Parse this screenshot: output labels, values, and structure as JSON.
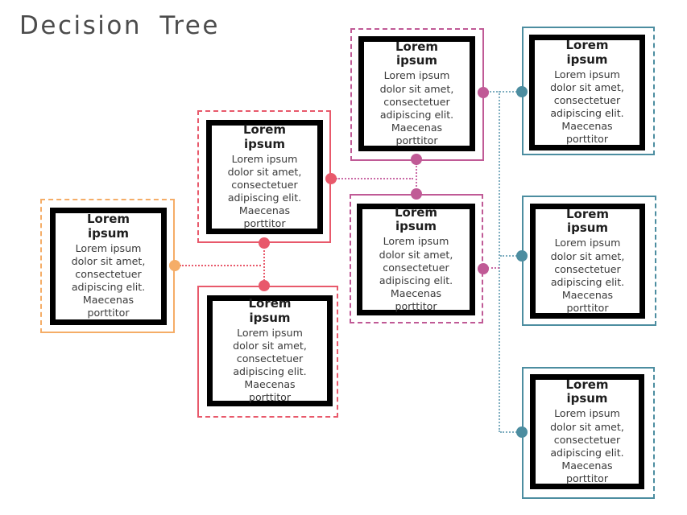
{
  "title": "Decision Tree",
  "nodes": [
    {
      "id": "root",
      "level": 1,
      "color": "#F5AD67",
      "title": "Lorem ipsum",
      "body": "Lorem ipsum dolor sit amet, consectetuer adipiscing elit. Maecenas porttitor"
    },
    {
      "id": "branch-top",
      "level": 2,
      "color": "#E8596B",
      "title": "Lorem ipsum",
      "body": "Lorem ipsum dolor sit amet, consectetuer adipiscing elit. Maecenas porttitor"
    },
    {
      "id": "branch-bottom",
      "level": 2,
      "color": "#E8596B",
      "title": "Lorem ipsum",
      "body": "Lorem ipsum dolor sit amet, consectetuer adipiscing elit. Maecenas porttitor"
    },
    {
      "id": "option-top",
      "level": 3,
      "color": "#C05A96",
      "title": "Lorem ipsum",
      "body": "Lorem ipsum dolor sit amet, consectetuer adipiscing elit. Maecenas porttitor"
    },
    {
      "id": "option-mid",
      "level": 3,
      "color": "#C05A96",
      "title": "Lorem ipsum",
      "body": "Lorem ipsum dolor sit amet, consectetuer adipiscing elit. Maecenas porttitor"
    },
    {
      "id": "leaf-top",
      "level": 4,
      "color": "#4C8DA0",
      "title": "Lorem ipsum",
      "body": "Lorem ipsum dolor sit amet, consectetuer adipiscing elit. Maecenas porttitor"
    },
    {
      "id": "leaf-mid",
      "level": 4,
      "color": "#4C8DA0",
      "title": "Lorem ipsum",
      "body": "Lorem ipsum dolor sit amet, consectetuer adipiscing elit. Maecenas porttitor"
    },
    {
      "id": "leaf-bottom",
      "level": 4,
      "color": "#4C8DA0",
      "title": "Lorem ipsum",
      "body": "Lorem ipsum dolor sit amet, consectetuer adipiscing elit. Maecenas porttitor"
    }
  ],
  "colors": {
    "orange": "#F5AD67",
    "red": "#E8596B",
    "magenta": "#C05A96",
    "teal": "#4C8DA0",
    "connector_pink": "#E8596B",
    "connector_magenta": "#C969A5",
    "connector_teal": "#7FAEC0",
    "title_text": "#4C4C4C"
  }
}
